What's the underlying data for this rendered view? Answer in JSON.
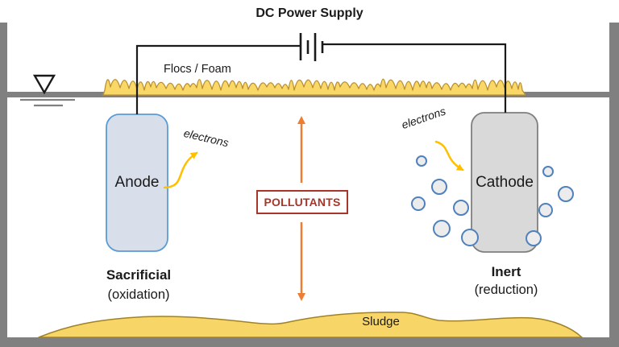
{
  "diagram_title": "DC Power Supply",
  "labels": {
    "flocs_foam": "Flocs / Foam",
    "electrons_left": "electrons",
    "electrons_right": "electrons",
    "anode": "Anode",
    "cathode": "Cathode",
    "pollutants": "POLLUTANTS",
    "anode_role": "Sacrificial",
    "anode_reaction": "(oxidation)",
    "cathode_role": "Inert",
    "cathode_reaction": "(reduction)",
    "sludge": "Sludge"
  },
  "icons": {
    "battery": "battery-symbol",
    "water_level": "water-level-symbol",
    "pollutant_arrows": "double-vertical-arrow",
    "electron_arrows": "curved-arrow",
    "bubbles": "gas-bubbles"
  },
  "colors": {
    "tank_gray": "#808080",
    "wire_black": "#1a1a1a",
    "anode_fill": "#d8dfeb",
    "anode_border": "#5b9bd5",
    "cathode_fill": "#d9d9d9",
    "cathode_border": "#7f7f7f",
    "bubble_border": "#4f81bd",
    "foam_fill": "#f9d868",
    "foam_border": "#bb9130",
    "sludge_fill": "#f7d566",
    "sludge_border": "#a08226",
    "pollutants_red": "#a8352a",
    "pollutant_arrow_orange": "#ed7d31",
    "electron_arrow_yellow": "#ffc000"
  }
}
